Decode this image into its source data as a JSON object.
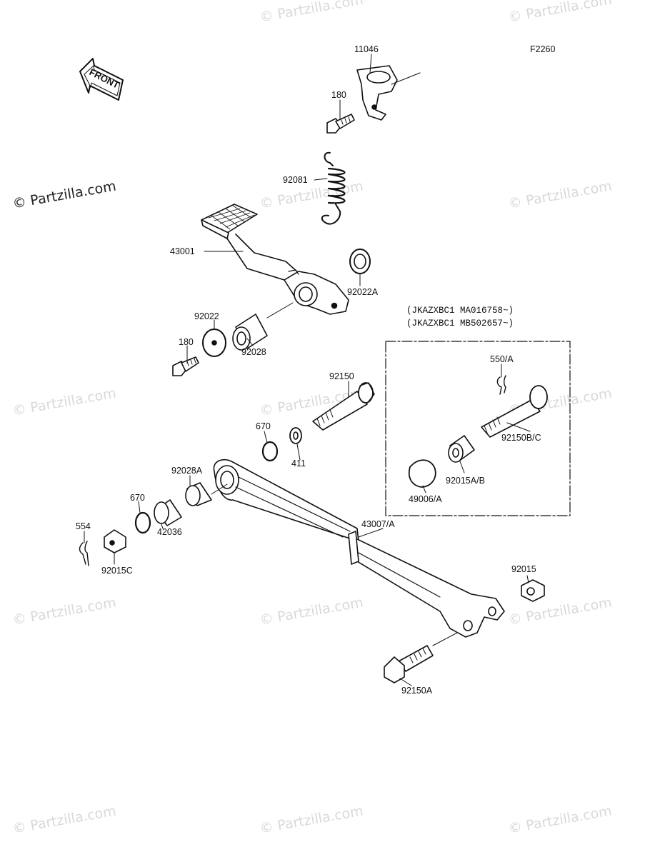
{
  "diagram_code": "F2260",
  "front_arrow_text": "FRONT",
  "watermark": "© Partzilla.com",
  "variant_notes": [
    "(JKAZXBC1 MA016758~)",
    "(JKAZXBC1 MB502657~)"
  ],
  "parts": {
    "p11046": "11046",
    "p180_top": "180",
    "p92081": "92081",
    "p43001": "43001",
    "p92022A": "92022A",
    "p92022": "92022",
    "p180_left": "180",
    "p92028": "92028",
    "p92150": "92150",
    "p670_a": "670",
    "p411": "411",
    "p92028A": "92028A",
    "p670_b": "670",
    "p42036": "42036",
    "p554": "554",
    "p92015C": "92015C",
    "p43007A": "43007/A",
    "p92015": "92015",
    "p92150A": "92150A",
    "p550A": "550/A",
    "p92150BC": "92150B/C",
    "p92015AB": "92015A/B",
    "p49006A": "49006/A"
  }
}
